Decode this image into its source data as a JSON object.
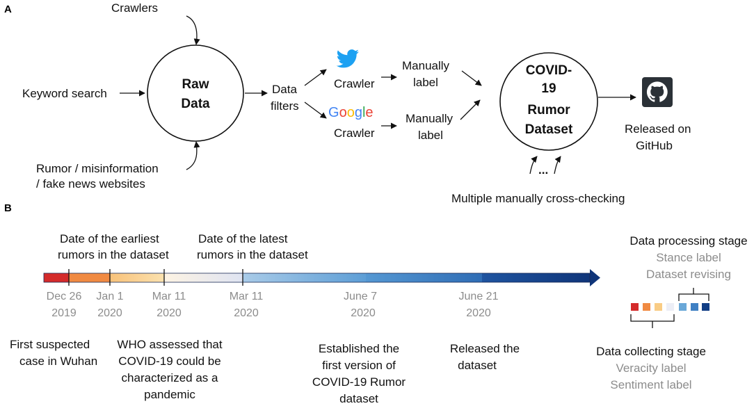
{
  "panel_a": {
    "label": "A",
    "crawlers": "Crawlers",
    "keyword_search": "Keyword search",
    "rumor_sites": [
      "Rumor / misinformation",
      "/ fake news websites"
    ],
    "raw_data": [
      "Raw",
      "Data"
    ],
    "data_filters": [
      "Data",
      "filters"
    ],
    "twitter_crawler": "Crawler",
    "google_logo": "Google",
    "google_crawler": "Crawler",
    "manually_label_top": [
      "Manually",
      "label"
    ],
    "manually_label_bottom": [
      "Manually",
      "label"
    ],
    "dataset": [
      "COVID-",
      "19",
      "Rumor",
      "Dataset"
    ],
    "ellipsis": "...",
    "cross_checking": "Multiple manually cross-checking",
    "released": [
      "Released on",
      "GitHub"
    ],
    "icons": [
      "twitter-icon",
      "github-icon"
    ]
  },
  "panel_b": {
    "label": "B",
    "above_top": [
      [
        "Date of the earliest",
        "rumors in the dataset"
      ],
      [
        "Date of the latest",
        "rumors in the dataset"
      ]
    ],
    "ticks": [
      [
        "Dec 26",
        "2019"
      ],
      [
        "Jan 1",
        "2020"
      ],
      [
        "Mar 11",
        "2020"
      ],
      [
        "Mar 11",
        "2020"
      ],
      [
        "June 7",
        "2020"
      ],
      [
        "June 21",
        "2020"
      ]
    ],
    "events": [
      [
        "First suspected",
        "case in Wuhan"
      ],
      [
        "WHO assessed that",
        "COVID-19 could be",
        "characterized as a",
        "pandemic"
      ],
      [
        "Established the",
        "first version of",
        "COVID-19 Rumor",
        "dataset"
      ],
      [
        "Released the",
        "dataset"
      ]
    ],
    "processing": {
      "title": "Data processing stage",
      "items": [
        "Stance label",
        "Dataset revising"
      ]
    },
    "collecting": {
      "title": "Data collecting stage",
      "items": [
        "Veracity label",
        "Sentiment label"
      ]
    },
    "colors": {
      "seg1": "#d42b2b",
      "seg2": "#f08a42",
      "seg3": "#f9cc85",
      "seg4": "#eceef6",
      "seg5": "#6aa8d8",
      "seg6": "#3f80c3",
      "seg7": "#123e85"
    }
  }
}
